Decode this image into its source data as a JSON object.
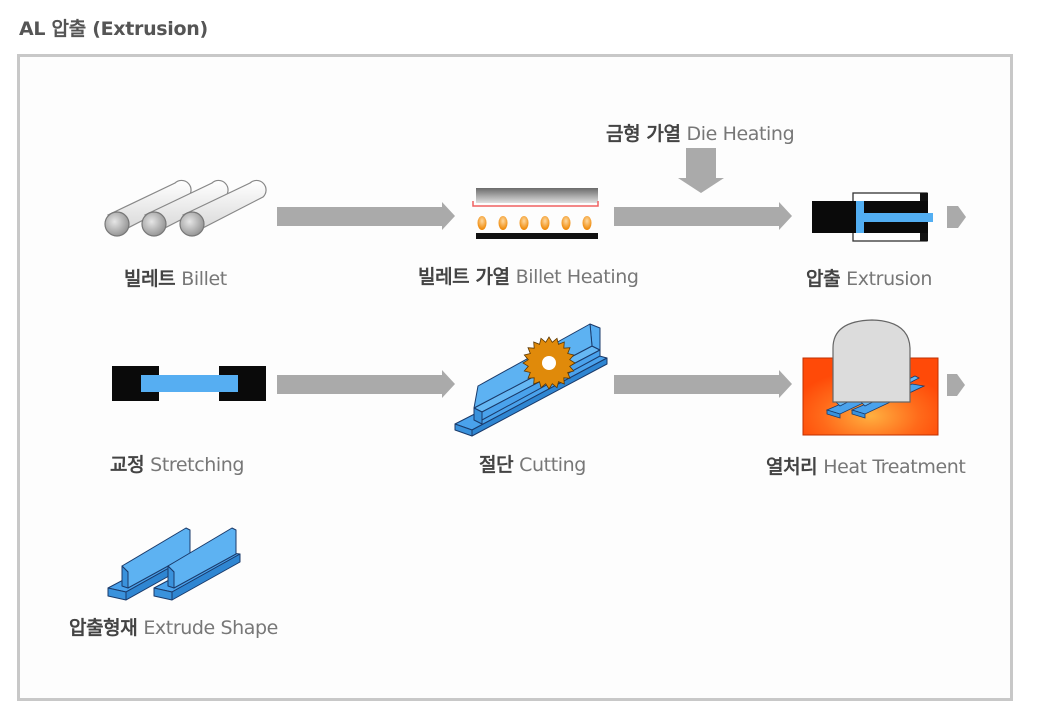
{
  "title": "AL 압출 (Extrusion)",
  "colors": {
    "arrow": "#aaaaaa",
    "profile_blue": "#5aaef0",
    "saw_orange": "#e08a0a",
    "furnace_red": "#ff4a10",
    "flame": "#f0900c",
    "heater_red_line": "#f06060",
    "frame_border": "#c8c8c8"
  },
  "steps": [
    {
      "id": "billet",
      "ko": "빌레트",
      "en": "Billet",
      "icon": "billet-cylinders-icon"
    },
    {
      "id": "billet-heating",
      "ko": "빌레트 가열",
      "en": "Billet Heating",
      "icon": "billet-heater-icon"
    },
    {
      "id": "die-heating",
      "ko": "금형 가열",
      "en": "Die Heating",
      "icon": "down-arrow-icon"
    },
    {
      "id": "extrusion",
      "ko": "압출",
      "en": "Extrusion",
      "icon": "extrusion-press-icon"
    },
    {
      "id": "stretching",
      "ko": "교정",
      "en": "Stretching",
      "icon": "stretcher-icon"
    },
    {
      "id": "cutting",
      "ko": "절단",
      "en": "Cutting",
      "icon": "saw-cutting-icon"
    },
    {
      "id": "heat-treatment",
      "ko": "열처리",
      "en": "Heat Treatment",
      "icon": "furnace-icon"
    },
    {
      "id": "extrude-shape",
      "ko": "압출형재",
      "en": "Extrude Shape",
      "icon": "t-profile-icon"
    }
  ],
  "flow": [
    [
      "billet",
      "billet-heating"
    ],
    [
      "billet-heating",
      "extrusion"
    ],
    [
      "die-heating",
      "extrusion"
    ],
    [
      "stretching",
      "cutting"
    ],
    [
      "cutting",
      "heat-treatment"
    ]
  ]
}
